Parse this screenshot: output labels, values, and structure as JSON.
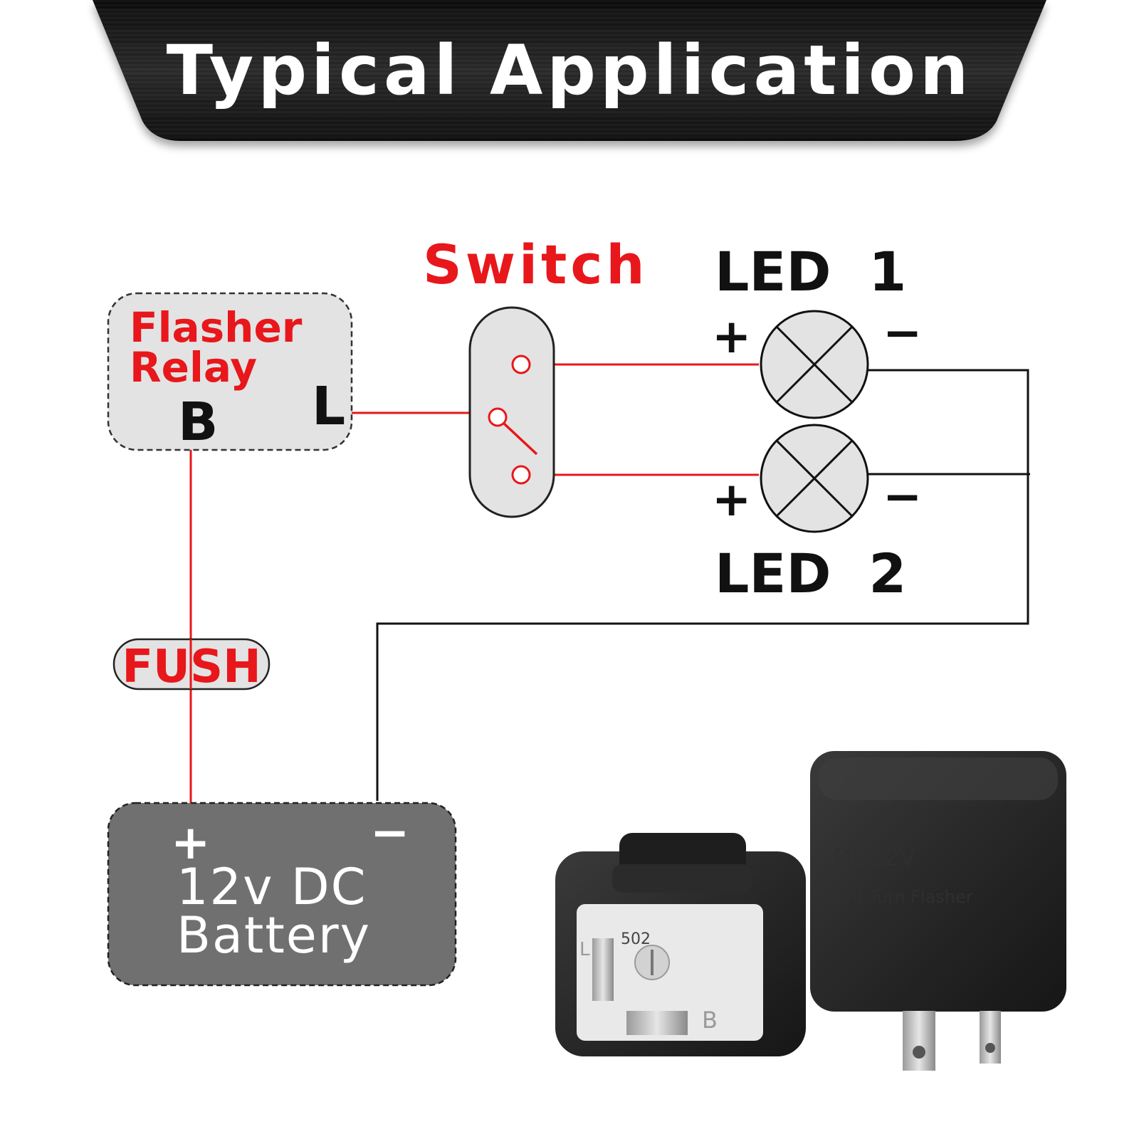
{
  "header": {
    "title": "Typical Application"
  },
  "relay": {
    "title_line1": "Flasher",
    "title_line2": "Relay",
    "terminal_b": "B",
    "terminal_l": "L"
  },
  "switch": {
    "label": "Switch"
  },
  "led1": {
    "label": "LED  1",
    "plus": "+",
    "minus": "−"
  },
  "led2": {
    "label": "LED  2",
    "plus": "+",
    "minus": "−"
  },
  "fuse": {
    "label": "FUSH"
  },
  "battery": {
    "plus": "+",
    "minus": "−",
    "line1": "12v DC",
    "line2": "Battery"
  },
  "product": {
    "front_face_text": "DC12V",
    "front_face_sub": "Led Turn Flasher",
    "pin_l": "L",
    "pin_b": "B",
    "dial_text": "502"
  },
  "colors": {
    "accent_red": "#e8171b",
    "wire_black": "#111111",
    "box_fill": "#e3e3e3",
    "battery_fill": "#707070",
    "banner": "#1c1c1c"
  }
}
